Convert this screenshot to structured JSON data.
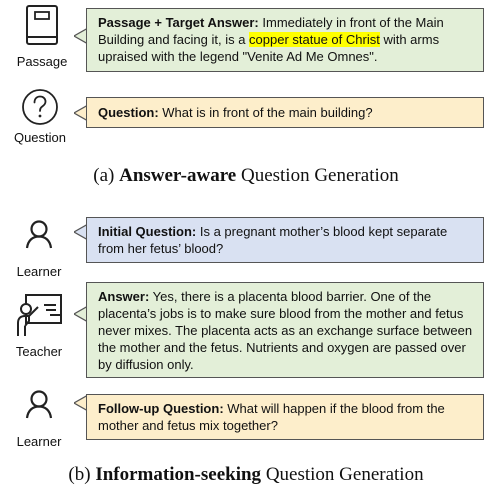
{
  "section_a": {
    "passage_icon_label": "Passage",
    "question_icon_label": "Question",
    "passage_bubble": {
      "label": "Passage + Target Answer:",
      "text_before": " Immediately in front of the Main Building and facing it, is a ",
      "highlight": "copper statue of Christ",
      "text_after": " with arms upraised with the legend \"Venite Ad Me Omnes\"."
    },
    "question_bubble": {
      "label": "Question:",
      "text": " What is in front of the main building?"
    },
    "caption": {
      "prefix": "(a) ",
      "bold": "Answer-aware",
      "suffix": " Question Generation"
    },
    "colors": {
      "passage": "#e3efd8",
      "question": "#fdeecb",
      "highlight": "#ffff00"
    }
  },
  "section_b": {
    "learner_label": "Learner",
    "teacher_label": "Teacher",
    "initial_question": {
      "label": "Initial Question:",
      "text": " Is a pregnant mother’s blood kept separate from her fetus’ blood?"
    },
    "answer": {
      "label": "Answer:",
      "text": " Yes, there is a placenta blood barrier. One of the placenta’s jobs is to make sure blood from the mother and fetus never mixes. The placenta acts as an exchange surface between the mother and the fetus. Nutrients and oxygen are passed over by diffusion only."
    },
    "followup_question": {
      "label": "Follow-up Question:",
      "text": " What will happen if the blood from the mother and fetus mix together?"
    },
    "caption": {
      "prefix": "(b) ",
      "bold": "Information-seeking",
      "suffix": " Question Generation"
    },
    "colors": {
      "initial": "#d9e1f2",
      "answer": "#e3efd8",
      "followup": "#fdeecb"
    }
  }
}
